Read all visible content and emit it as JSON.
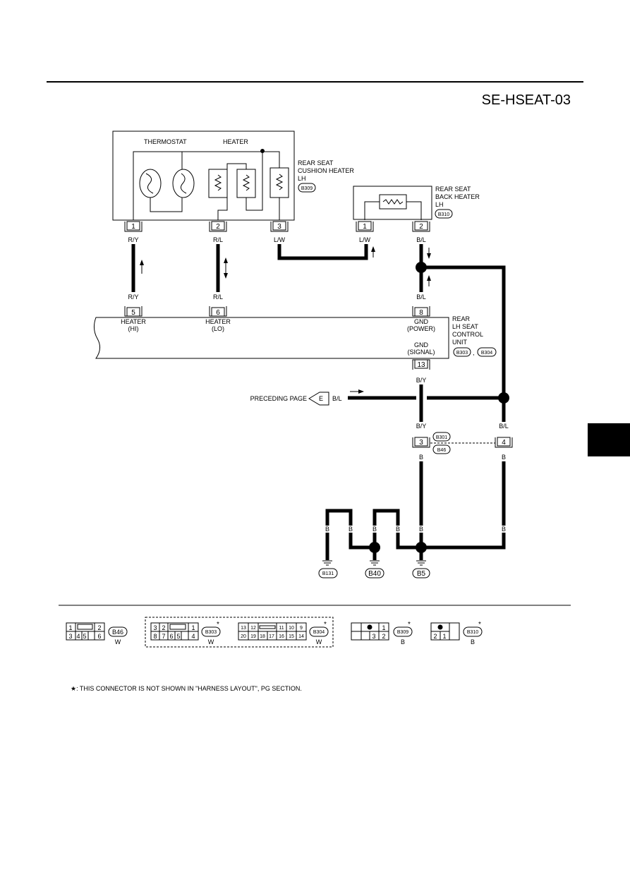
{
  "header": {
    "title": "SE-HSEAT-03"
  },
  "cushion_heater": {
    "thermostat_label": "THERMOSTAT",
    "heater_label": "HEATER",
    "name_line1": "REAR SEAT",
    "name_line2": "CUSHION HEATER",
    "name_line3": "LH",
    "connector": "B309",
    "pins": [
      "1",
      "2",
      "3"
    ],
    "wires": [
      "R/Y",
      "R/L",
      "L/W"
    ]
  },
  "back_heater": {
    "name_line1": "REAR SEAT",
    "name_line2": "BACK HEATER",
    "name_line3": "LH",
    "connector": "B310",
    "pins": [
      "1",
      "2"
    ],
    "wires": [
      "L/W",
      "B/L"
    ]
  },
  "control_unit": {
    "name_line1": "REAR",
    "name_line2": "LH SEAT",
    "name_line3": "CONTROL",
    "name_line4": "UNIT",
    "connector_a": "B303",
    "connector_sep": ",",
    "connector_b": "B304",
    "pin_heater_hi": "5",
    "pin_heater_lo": "6",
    "pin_gnd_power": "8",
    "pin_gnd_signal": "13",
    "heater_hi_line1": "HEATER",
    "heater_hi_line2": "(HI)",
    "heater_lo_line1": "HEATER",
    "heater_lo_line2": "(LO)",
    "gnd_power_line1": "GND",
    "gnd_power_line2": "(POWER)",
    "gnd_signal_line1": "GND",
    "gnd_signal_line2": "(SIGNAL)",
    "wire_hi": "R/Y",
    "wire_lo": "R/L",
    "wire_power": "B/L",
    "wire_signal": "B/Y"
  },
  "preceding": {
    "label": "PRECEDING PAGE",
    "marker": "E",
    "wire": "B/L"
  },
  "junction": {
    "connector_a": "B301",
    "connector_b": "B46",
    "pin_left": "3",
    "pin_right": "4",
    "wire_left_top": "B/Y",
    "wire_right_top": "B/L",
    "wire_left_bottom": "B",
    "wire_right_bottom": "B"
  },
  "grounds": {
    "wire": "B",
    "labels": [
      "B131",
      "B40",
      "B5"
    ]
  },
  "connector_views": {
    "b46": {
      "cells": [
        "1",
        "2",
        "3",
        "4",
        "5",
        "6"
      ],
      "name": "B46",
      "color": "W"
    },
    "b303": {
      "cells": [
        "3",
        "2",
        "1",
        "8",
        "7",
        "6",
        "5",
        "4"
      ],
      "name": "B303",
      "color": "W"
    },
    "b304": {
      "cells": [
        "13",
        "12",
        "11",
        "10",
        "9",
        "20",
        "19",
        "18",
        "17",
        "16",
        "15",
        "14"
      ],
      "name": "B304",
      "color": "W"
    },
    "b309": {
      "cells": [
        "1",
        "3",
        "2"
      ],
      "name": "B309",
      "color": "B"
    },
    "b310": {
      "cells": [
        "2",
        "1"
      ],
      "name": "B310",
      "color": "B"
    },
    "star": "*"
  },
  "footnote": "★: THIS CONNECTOR IS NOT SHOWN IN \"HARNESS LAYOUT\", PG SECTION."
}
